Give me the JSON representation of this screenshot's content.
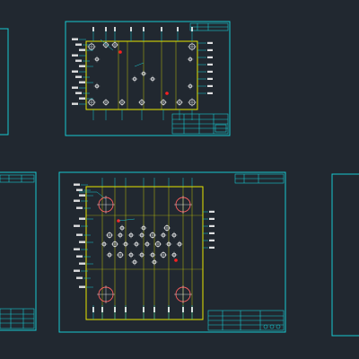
{
  "app": {
    "view": "model-space"
  },
  "colors": {
    "background": "#212830",
    "frame": "#18c8d0",
    "plate": "#e6e600",
    "geometry": "#ffffff",
    "dimension": "#18c8d0",
    "marker": "#ff2020"
  },
  "drawings": [
    {
      "name": "sheet-left-top-partial"
    },
    {
      "name": "sheet-top-plate"
    },
    {
      "name": "sheet-left-bottom-partial"
    },
    {
      "name": "sheet-bottom-plate"
    },
    {
      "name": "sheet-right-bottom-partial"
    }
  ]
}
